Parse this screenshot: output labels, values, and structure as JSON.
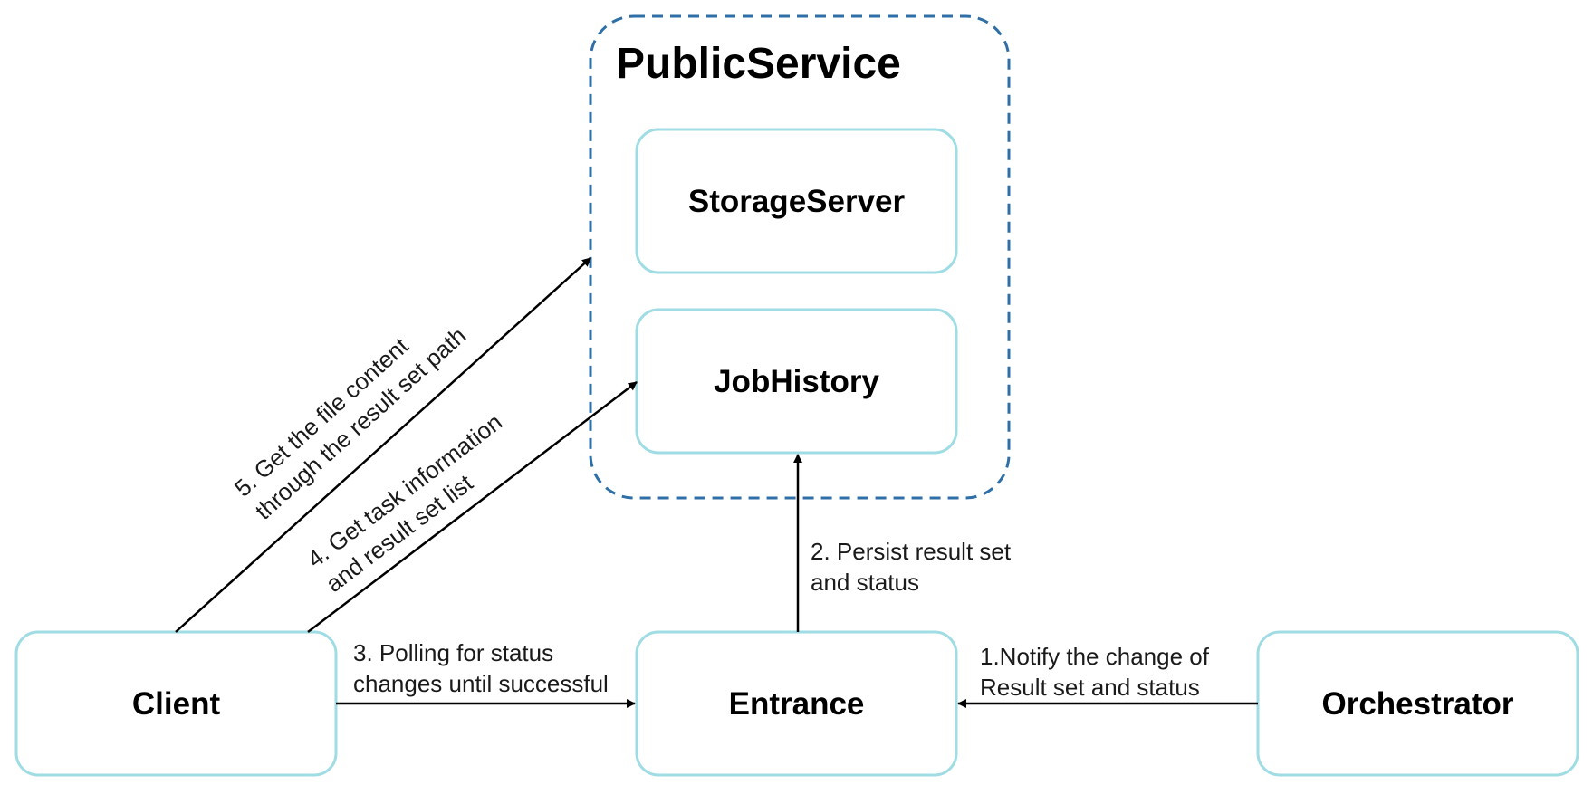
{
  "colors": {
    "node_border": "#9fdce3",
    "group_border": "#2f6fa7",
    "edge": "#000000"
  },
  "group": {
    "title": "PublicService"
  },
  "nodes": {
    "storage_server": "StorageServer",
    "job_history": "JobHistory",
    "client": "Client",
    "entrance": "Entrance",
    "orchestrator": "Orchestrator"
  },
  "edges": {
    "notify": [
      "1.Notify the change of",
      "Result set and status"
    ],
    "persist": [
      "2. Persist result set",
      "and status"
    ],
    "polling": [
      "3. Polling for status",
      "changes until successful"
    ],
    "get_task": [
      "4. Get task information",
      "and result set list"
    ],
    "get_file": [
      "5. Get the file content",
      "through the result set path"
    ]
  }
}
